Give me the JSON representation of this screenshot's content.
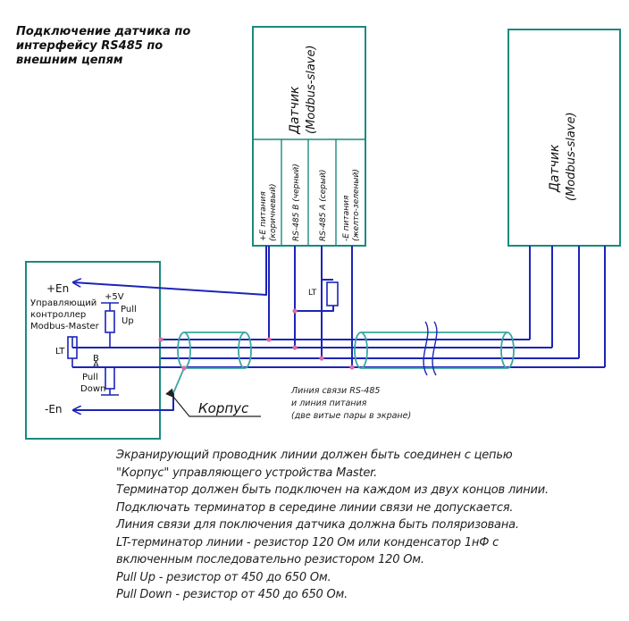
{
  "title_lines": [
    "Подключение датчика по",
    "интерфейсу RS485 по",
    "внешним цепям"
  ],
  "sensor_left": {
    "name_line1": "Датчик",
    "name_line2": "(Modbus-slave)",
    "terminals": [
      {
        "line1": "+E питания",
        "line2": "(коричневый)"
      },
      {
        "line1": "RS-485 B (черный)",
        "line2": ""
      },
      {
        "line1": "RS-485 A (серый)",
        "line2": ""
      },
      {
        "line1": "-E питания",
        "line2": "(желто-зеленый)"
      }
    ]
  },
  "sensor_right": {
    "name_line1": "Датчик",
    "name_line2": "(Modbus-slave)"
  },
  "controller": {
    "plus_en": "+En",
    "minus_en": "-En",
    "label_line1": "Управляющий",
    "label_line2": "контроллер",
    "label_line3": "Modbus-Master",
    "v5": "+5V",
    "pull_up_line1": "Pull",
    "pull_up_line2": "Up",
    "lt": "LT",
    "b": "B",
    "a": "A",
    "pull_down_line1": "Pull",
    "pull_down_line2": "Down"
  },
  "midline_lt": "LT",
  "housing_label": "Корпус",
  "line_caption": [
    "Линия связи RS-485",
    "и линия питания",
    "(две витые пары в экране)"
  ],
  "notes": [
    "Экранирующий проводник линии должен быть соединен с цепью",
    "\"Корпус\" управляющего устройства Master.",
    "Терминатор должен быть подключен на каждом из двух концов линии.",
    "Подключать терминатор в середине линии связи не допускается.",
    "Линия связи для поключения датчика должна быть поляризована.",
    "LT-терминатор линии - резистор 120 Ом или конденсатор 1нФ с",
    "включенным последовательно резистором 120 Ом.",
    "Pull Up - резистор от 450 до 650 Ом.",
    "Pull Down - резистор от 450 до 650 Ом."
  ],
  "colors": {
    "box": "#1a8a80",
    "wire": "#1c24b8",
    "shield": "#3aa6a0",
    "junction": "#e06aa8",
    "text": "#111111"
  }
}
